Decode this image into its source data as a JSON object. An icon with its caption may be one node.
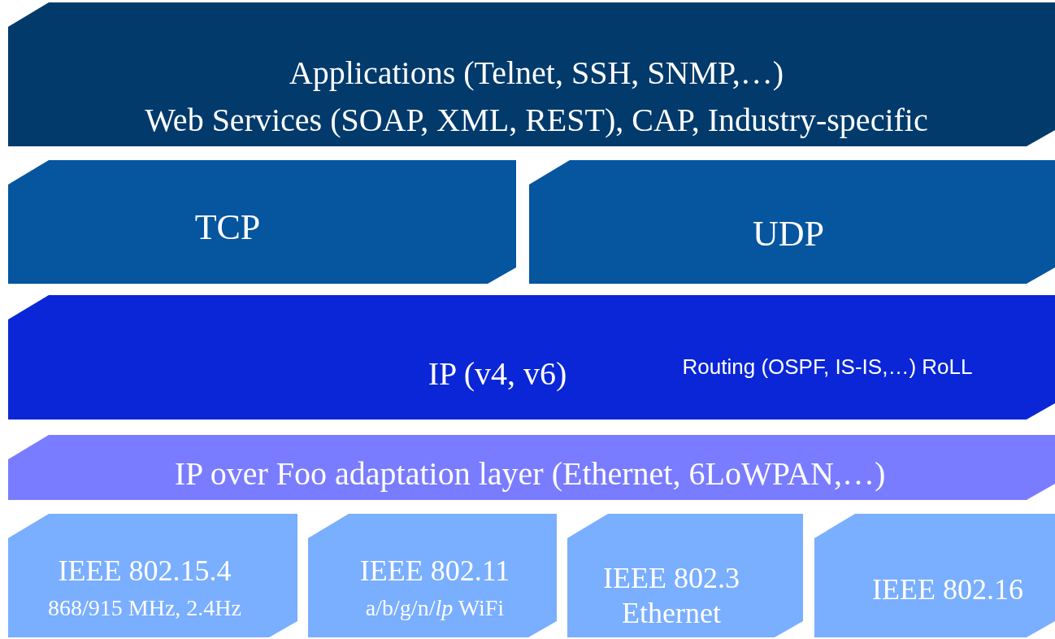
{
  "diagram": {
    "nodes": [
      {
        "text": [
          "Applications (Telnet, SSH, SNMP,…)",
          "Web Services (SOAP, XML, REST), CAP, Industry-specific"
        ]
      },
      {
        "text": [
          "TCP"
        ]
      },
      {
        "text": [
          "UDP"
        ]
      },
      {
        "text": [
          "IP (v4, v6)",
          "Routing (OSPF, IS-IS,…) RoLL"
        ]
      },
      {
        "text": [
          "IP over Foo adaptation layer (Ethernet, 6LoWPAN,…)"
        ]
      },
      {
        "text": [
          "IEEE 802.15.4",
          "868/915 MHz, 2.4Hz"
        ]
      },
      {
        "text": [
          "IEEE 802.11",
          "a/b/g/n/*lp* WiFi"
        ]
      },
      {
        "text": [
          "IEEE 802.3 Ethernet"
        ]
      },
      {
        "text": [
          "IEEE 802.16"
        ]
      }
    ],
    "edges": []
  }
}
